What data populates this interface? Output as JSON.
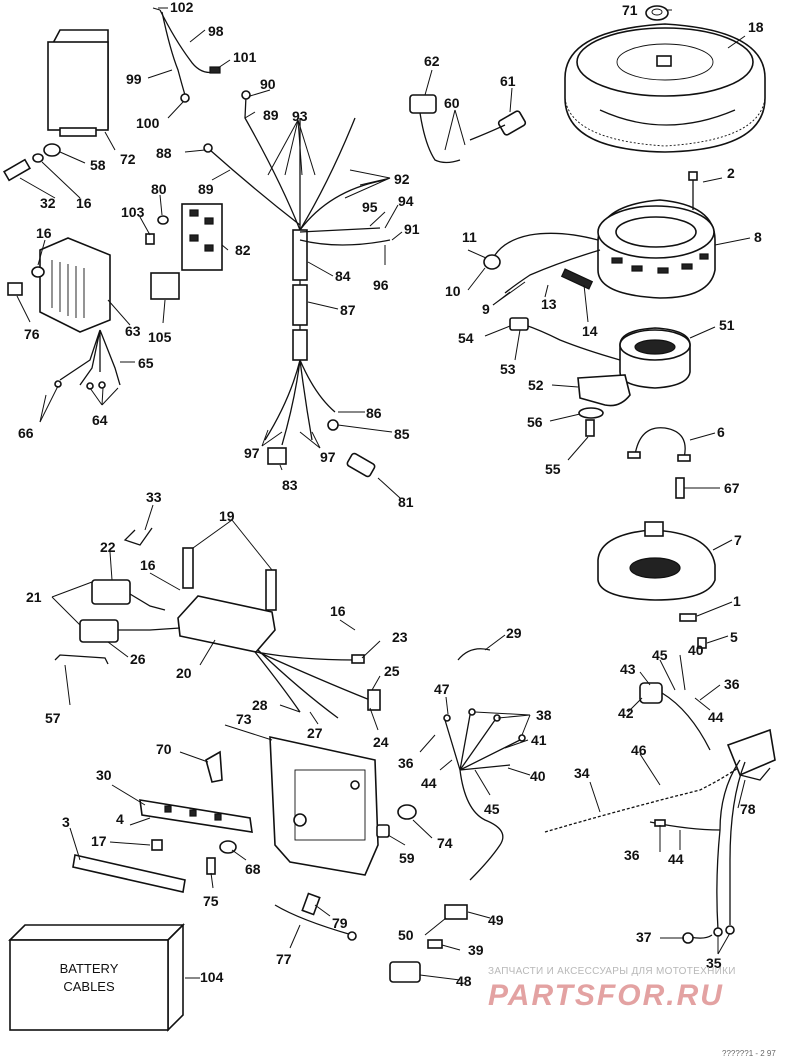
{
  "diagram": {
    "callouts": {
      "c1": "1",
      "c2": "2",
      "c3": "3",
      "c4": "4",
      "c5": "5",
      "c6": "6",
      "c7": "7",
      "c8": "8",
      "c9": "9",
      "c10": "10",
      "c11": "11",
      "c13": "13",
      "c14": "14",
      "c16a": "16",
      "c16b": "16",
      "c16c": "16",
      "c16d": "16",
      "c17": "17",
      "c18": "18",
      "c19": "19",
      "c20": "20",
      "c21": "21",
      "c22": "22",
      "c23": "23",
      "c24": "24",
      "c25": "25",
      "c26": "26",
      "c27": "27",
      "c28": "28",
      "c29": "29",
      "c30": "30",
      "c32": "32",
      "c33": "33",
      "c34": "34",
      "c35": "35",
      "c36a": "36",
      "c36b": "36",
      "c36c": "36",
      "c37": "37",
      "c38": "38",
      "c39": "39",
      "c40a": "40",
      "c40b": "40",
      "c41": "41",
      "c42": "42",
      "c43": "43",
      "c44a": "44",
      "c44b": "44",
      "c44c": "44",
      "c45a": "45",
      "c45b": "45",
      "c46": "46",
      "c47": "47",
      "c48": "48",
      "c49": "49",
      "c50": "50",
      "c51": "51",
      "c52": "52",
      "c53": "53",
      "c54": "54",
      "c55": "55",
      "c56": "56",
      "c57": "57",
      "c58": "58",
      "c59": "59",
      "c60": "60",
      "c61": "61",
      "c62": "62",
      "c63": "63",
      "c64": "64",
      "c65": "65",
      "c66": "66",
      "c67": "67",
      "c68": "68",
      "c70": "70",
      "c71": "71",
      "c72": "72",
      "c73": "73",
      "c74": "74",
      "c75": "75",
      "c76": "76",
      "c77": "77",
      "c78": "78",
      "c79": "79",
      "c80": "80",
      "c81": "81",
      "c82": "82",
      "c83": "83",
      "c84": "84",
      "c85": "85",
      "c86": "86",
      "c87": "87",
      "c88": "88",
      "c89a": "89",
      "c89b": "89",
      "c90": "90",
      "c91": "91",
      "c92": "92",
      "c93": "93",
      "c94": "94",
      "c95": "95",
      "c96": "96",
      "c97a": "97",
      "c97b": "97",
      "c98": "98",
      "c99": "99",
      "c100": "100",
      "c101": "101",
      "c102": "102",
      "c103": "103",
      "c104": "104",
      "c105": "105"
    },
    "battery_box_label": "BATTERY\nCABLES",
    "watermark_tagline": "ЗАПЧАСТИ И АКСЕССУАРЫ ДЛЯ МОТОТЕХНИКИ",
    "watermark_logo": "PARTSFOR.RU",
    "figure_id": "??????1 - 2 97"
  }
}
